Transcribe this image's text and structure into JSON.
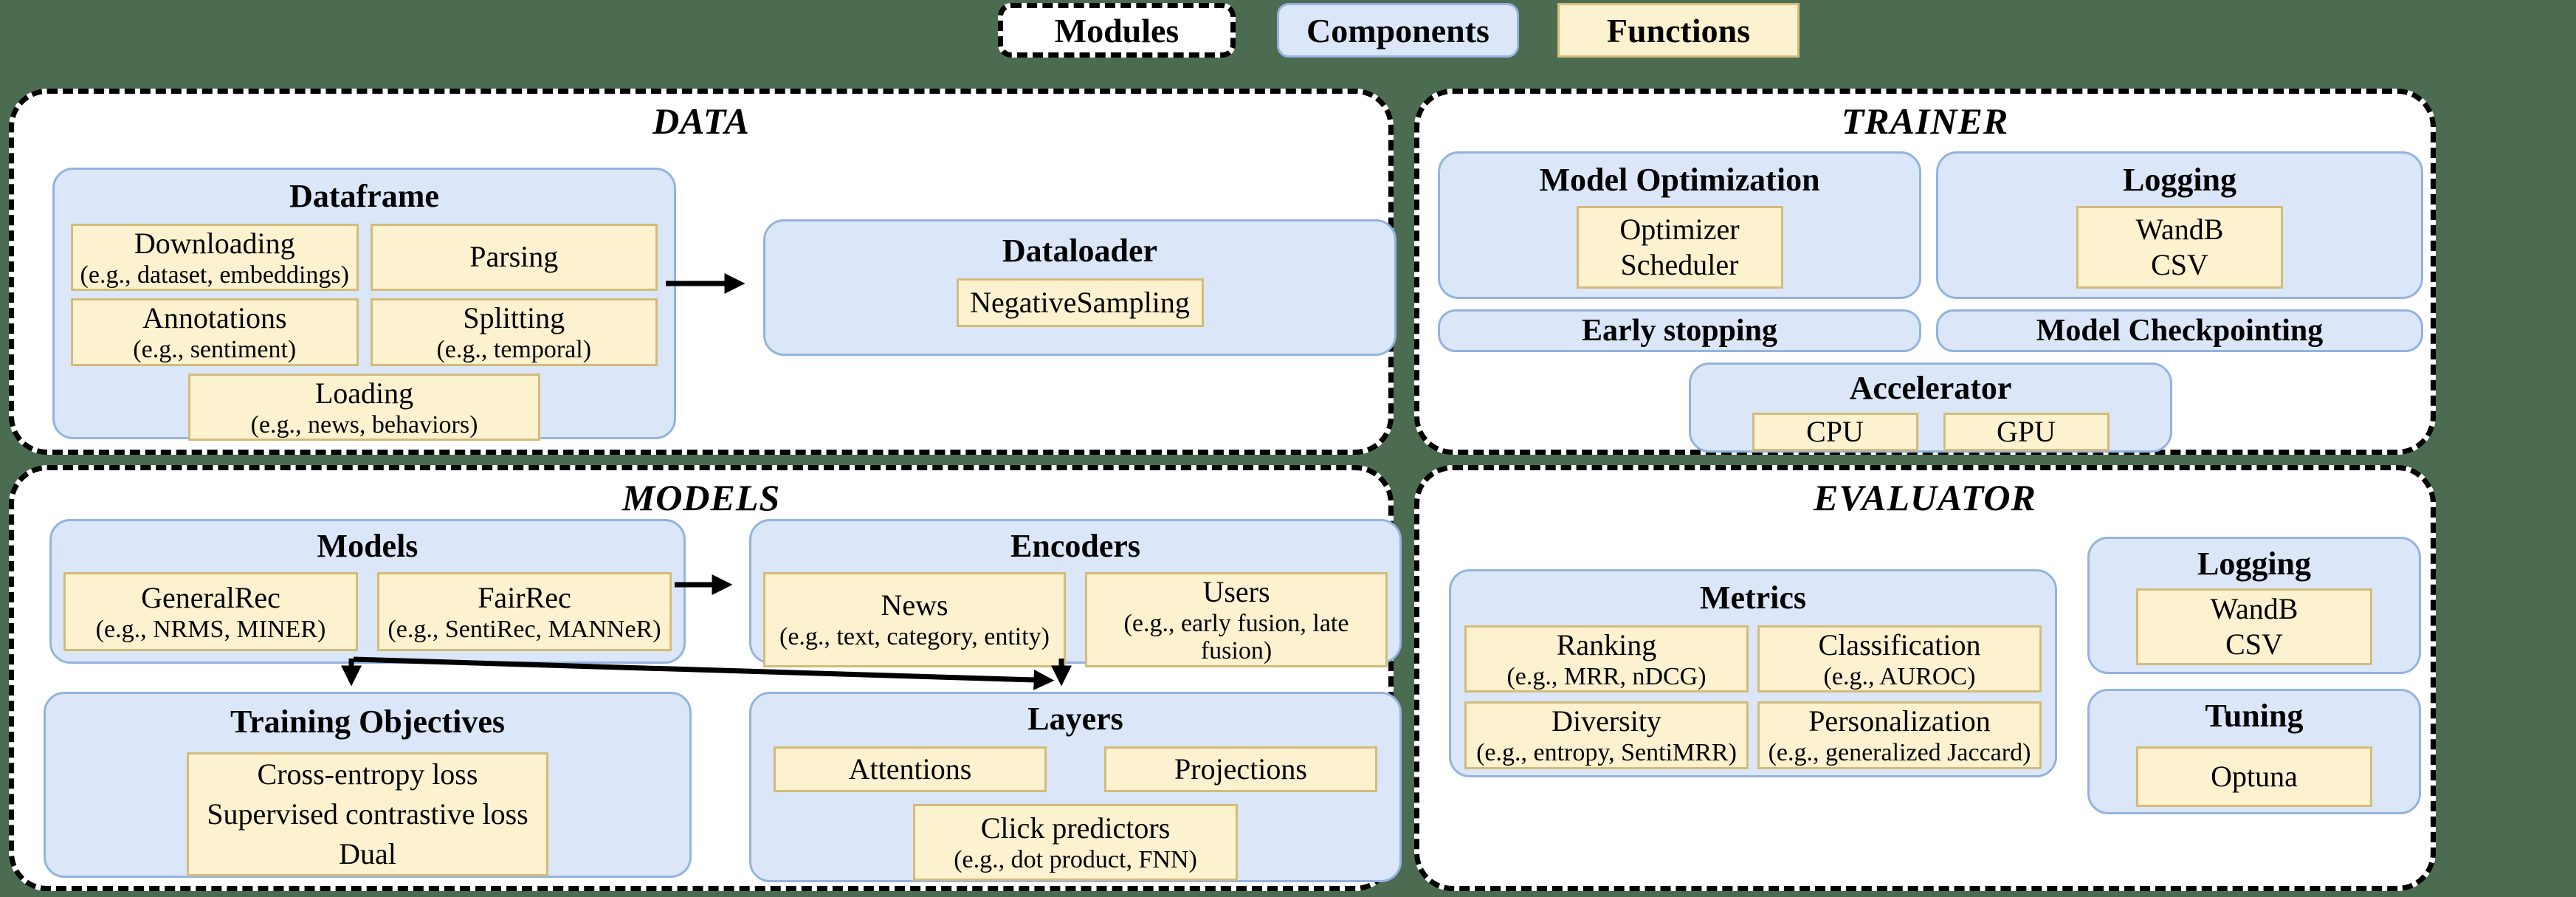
{
  "colors": {
    "background": "#4b6c50",
    "module_fill": "#ffffff",
    "module_border": "#000000",
    "component_fill": "#dbe7f9",
    "component_border": "#94b3de",
    "function_fill": "#fdf2cf",
    "function_border": "#d4bb7a",
    "arrow": "#000000",
    "text": "#000000"
  },
  "legend": {
    "modules_label": "Modules",
    "components_label": "Components",
    "functions_label": "Functions"
  },
  "data_module": {
    "title": "DATA",
    "dataframe": {
      "title": "Dataframe",
      "downloading": {
        "name": "Downloading",
        "example": "(e.g., dataset, embeddings)"
      },
      "parsing": {
        "name": "Parsing"
      },
      "annotations": {
        "name": "Annotations",
        "example": "(e.g., sentiment)"
      },
      "splitting": {
        "name": "Splitting",
        "example": "(e.g., temporal)"
      },
      "loading": {
        "name": "Loading",
        "example": "(e.g., news, behaviors)"
      }
    },
    "dataloader": {
      "title": "Dataloader",
      "negative_sampling": {
        "name": "NegativeSampling"
      }
    }
  },
  "trainer_module": {
    "title": "TRAINER",
    "model_optimization": {
      "title": "Model Optimization",
      "function_lines": [
        "Optimizer",
        "Scheduler"
      ]
    },
    "logging": {
      "title": "Logging",
      "function_lines": [
        "WandB",
        "CSV"
      ]
    },
    "early_stopping": {
      "title": "Early stopping"
    },
    "model_checkpointing": {
      "title": "Model Checkpointing"
    },
    "accelerator": {
      "title": "Accelerator",
      "cpu": {
        "name": "CPU"
      },
      "gpu": {
        "name": "GPU"
      }
    }
  },
  "models_module": {
    "title": "MODELS",
    "models": {
      "title": "Models",
      "general_rec": {
        "name": "GeneralRec",
        "example": "(e.g., NRMS, MINER)"
      },
      "fair_rec": {
        "name": "FairRec",
        "example": "(e.g., SentiRec, MANNeR)"
      }
    },
    "encoders": {
      "title": "Encoders",
      "news": {
        "name": "News",
        "example": "(e.g., text, category, entity)"
      },
      "users": {
        "name": "Users",
        "example": "(e.g., early fusion, late fusion)"
      }
    },
    "training_objectives": {
      "title": "Training Objectives",
      "function_lines": [
        "Cross-entropy loss",
        "Supervised contrastive loss",
        "Dual"
      ]
    },
    "layers": {
      "title": "Layers",
      "attentions": {
        "name": "Attentions"
      },
      "projections": {
        "name": "Projections"
      },
      "click_predictors": {
        "name": "Click predictors",
        "example": "(e.g., dot product, FNN)"
      }
    }
  },
  "evaluator_module": {
    "title": "EVALUATOR",
    "metrics": {
      "title": "Metrics",
      "ranking": {
        "name": "Ranking",
        "example": "(e.g., MRR, nDCG)"
      },
      "classification": {
        "name": "Classification",
        "example": "(e.g., AUROC)"
      },
      "diversity": {
        "name": "Diversity",
        "example": "(e.g., entropy, SentiMRR)"
      },
      "personalization": {
        "name": "Personalization",
        "example": "(e.g., generalized Jaccard)"
      }
    },
    "logging": {
      "title": "Logging",
      "function_lines": [
        "WandB",
        "CSV"
      ]
    },
    "tuning": {
      "title": "Tuning",
      "optuna": {
        "name": "Optuna"
      }
    }
  }
}
